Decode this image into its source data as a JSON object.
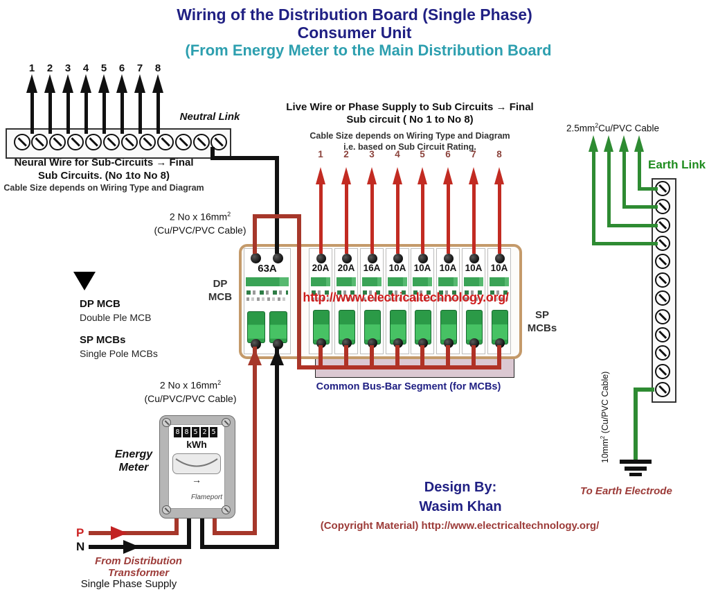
{
  "title": {
    "line1": "Wiring of the Distribution Board (Single Phase)",
    "line2": "Consumer Unit",
    "line3": "(From Energy Meter to the Main Distribution Board"
  },
  "colors": {
    "navy": "#202083",
    "teal": "#2d9faf",
    "red": "#c22b22",
    "dark_red": "#a6372a",
    "maroon": "#9c3b38",
    "green": "#2e8b32",
    "green_dark": "#1e8c1e",
    "panel_tan": "#c49a6a",
    "busbar_fill": "#dbc8d2"
  },
  "neutral": {
    "terminals": 12,
    "numbers": [
      "1",
      "2",
      "3",
      "4",
      "5",
      "6",
      "7",
      "8"
    ],
    "link_label": "Neutral Link",
    "caption1": "Neural Wire for Sub-Circuits → Final",
    "caption2": "Sub Circuits. (No 1to No 8)",
    "caption3": "Cable Size depends on Wiring Type and Diagram"
  },
  "live": {
    "heading1": "Live Wire or Phase Supply to Sub Circuits → Final",
    "heading2": "Sub circuit ( No 1 to No 8)",
    "note1": "Cable Size depends on Wiring Type and Diagram",
    "note2": "i.e. based on Sub Circuit Rating.",
    "numbers": [
      "1",
      "2",
      "3",
      "4",
      "5",
      "6",
      "7",
      "8"
    ]
  },
  "earth": {
    "terminals": 12,
    "cable_label_base": "2.5mm",
    "cable_label_sup": "2",
    "cable_label_rest": "Cu/PVC  Cable",
    "link_label": "Earth Link",
    "down_cable_base": "10mm",
    "down_cable_sup": "2",
    "down_cable_rest": " (Cu/PVC Cable)",
    "electrode_label": "To Earth Electrode"
  },
  "panel": {
    "dp_rating": "63A",
    "sp_ratings": [
      "20A",
      "20A",
      "16A",
      "10A",
      "10A",
      "10A",
      "10A",
      "10A"
    ],
    "watermark": "http://www.electricaltechnology.org/",
    "dp_side_label_1": "DP",
    "dp_side_label_2": "MCB",
    "sp_side_label_1": "SP",
    "sp_side_label_2": "MCBs",
    "busbar_label": "Common Bus-Bar Segment (for MCBs)"
  },
  "legend": {
    "dp_title": "DP MCB",
    "dp_sub": "Double Ple MCB",
    "sp_title": "SP MCBs",
    "sp_sub": "Single Pole MCBs"
  },
  "cable16": {
    "base": "2 No x 16mm",
    "sup": "2",
    "rest": "(Cu/PVC/PVC Cable)"
  },
  "meter": {
    "digits": [
      "8",
      "8",
      "5",
      "2",
      "5"
    ],
    "unit": "kWh",
    "dial_arrow": "→",
    "brand": "Flameport",
    "label1": "Energy",
    "label2": "Meter"
  },
  "supply": {
    "p": "P",
    "n": "N",
    "from1": "From Distribution",
    "from2": "Transformer",
    "from3": "Single Phase Supply"
  },
  "credits": {
    "design_by": "Design By:",
    "author": "Wasim Khan",
    "copyright": "(Copyright Material) http://www.electricaltechnology.org/"
  }
}
